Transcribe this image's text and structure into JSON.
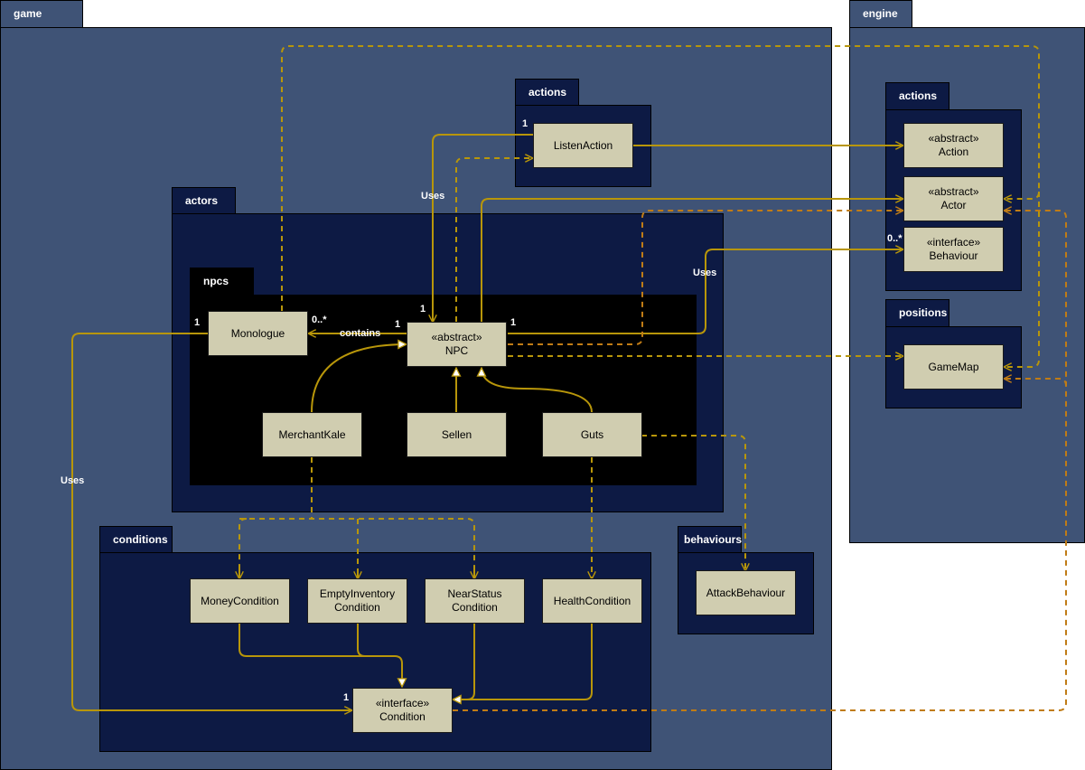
{
  "colors": {
    "outer_package": "#3f5376",
    "inner_package": "#0d1a44",
    "npcs_package": "#000000",
    "class_fill": "#d0cdb0",
    "solid_edge": "#b8960a",
    "dashed_edge": "#c07c16"
  },
  "packages": {
    "game": "game",
    "engine": "engine",
    "game_actions": "actions",
    "actors": "actors",
    "npcs": "npcs",
    "conditions": "conditions",
    "behaviours": "behaviours",
    "engine_actions": "actions",
    "positions": "positions"
  },
  "classes": {
    "listen_action": "ListenAction",
    "action": {
      "stereotype": "«abstract»",
      "name": "Action"
    },
    "actor": {
      "stereotype": "«abstract»",
      "name": "Actor"
    },
    "behaviour": {
      "stereotype": "«interface»",
      "name": "Behaviour"
    },
    "game_map": "GameMap",
    "monologue": "Monologue",
    "npc": {
      "stereotype": "«abstract»",
      "name": "NPC"
    },
    "merchant_kale": "MerchantKale",
    "sellen": "Sellen",
    "guts": "Guts",
    "money_condition": "MoneyCondition",
    "empty_inventory_condition": {
      "line1": "EmptyInventory",
      "line2": "Condition"
    },
    "near_status_condition": {
      "line1": "NearStatus",
      "line2": "Condition"
    },
    "health_condition": "HealthCondition",
    "condition": {
      "stereotype": "«interface»",
      "name": "Condition"
    },
    "attack_behaviour": "AttackBehaviour"
  },
  "edge_labels": {
    "uses_listen": "Uses",
    "uses_behaviour": "Uses",
    "uses_condition": "Uses",
    "contains": "contains"
  },
  "multiplicities": {
    "listen_action_one": "1",
    "behaviour_many": "0..*",
    "monologue_many": "0..*",
    "monologue_one": "1",
    "npc_one_left": "1",
    "npc_one_top": "1",
    "npc_one_right": "1",
    "condition_one": "1"
  }
}
